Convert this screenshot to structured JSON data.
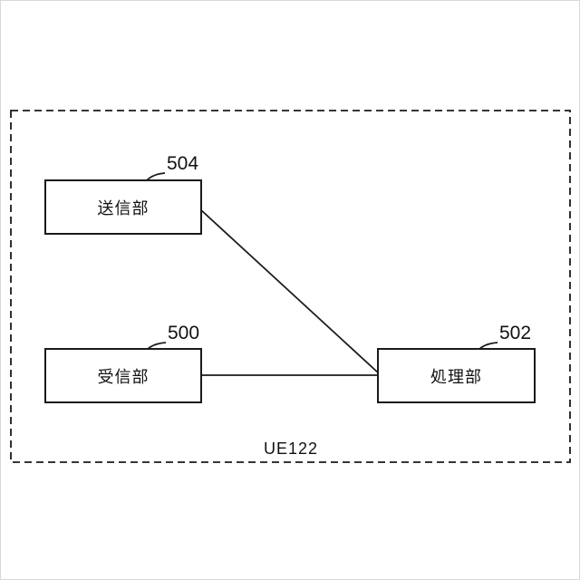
{
  "diagram": {
    "container_label": "UE122",
    "boxes": {
      "transmitter": {
        "label": "送信部",
        "ref": "504"
      },
      "receiver": {
        "label": "受信部",
        "ref": "500"
      },
      "processor": {
        "label": "処理部",
        "ref": "502"
      }
    },
    "connections": [
      {
        "from": "transmitter",
        "to": "processor",
        "type": "diagonal-line"
      },
      {
        "from": "receiver",
        "to": "processor",
        "type": "horizontal-line"
      }
    ],
    "line_color": "#1a1a1a"
  }
}
